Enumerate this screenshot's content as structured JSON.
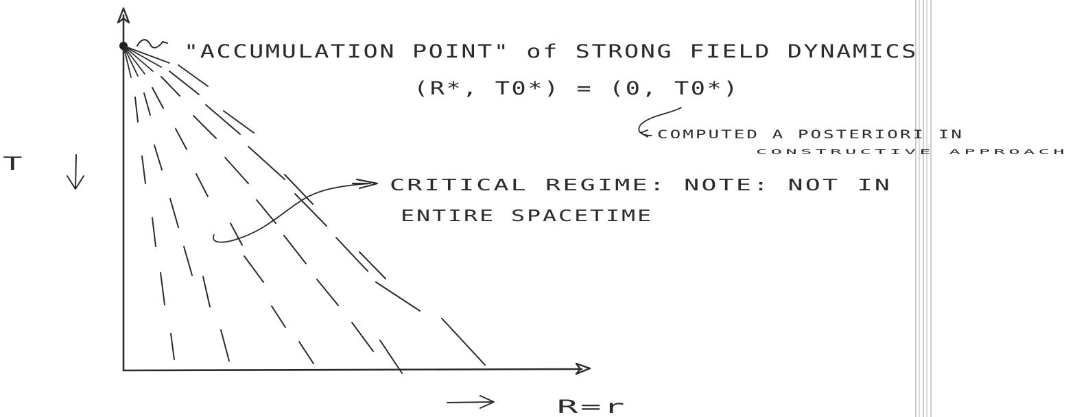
{
  "annotations": {
    "accumulation_line": "\"ACCUMULATION POINT\" of STRONG FIELD DYNAMICS",
    "equation": "(R*, T0*) = (0, T0*)",
    "computed_note_line1": "COMPUTED A POSTERIORI IN",
    "computed_note_line2": "CONSTRUCTIVE APPROACH",
    "critical_line1": "CRITICAL REGIME: NOTE: NOT IN",
    "critical_line2": "ENTIRE SPACETIME"
  },
  "axes": {
    "vertical_label": "T",
    "horizontal_label": "R=r"
  },
  "colors": {
    "ink": "#2a2a2a",
    "paper": "#ffffff"
  }
}
